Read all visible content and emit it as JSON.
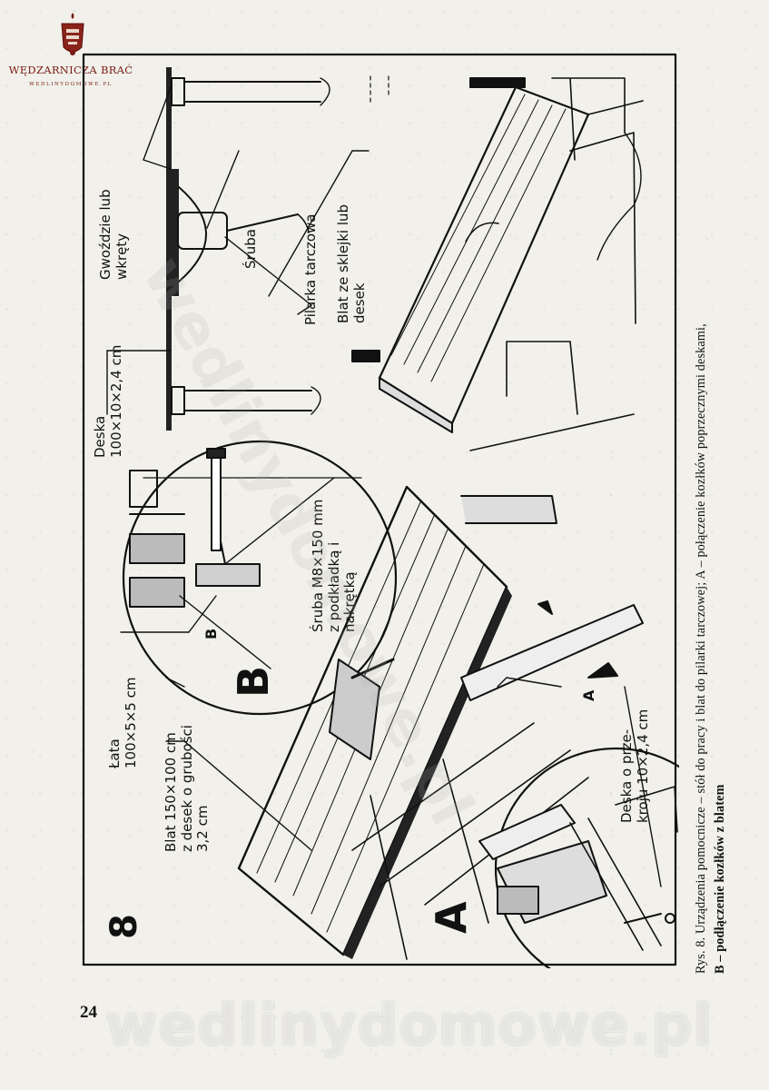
{
  "logo": {
    "name": "WĘDZARNICZA BRAĆ",
    "url": "WEDLINYDOMOWE.PL",
    "brand_color": "#7a1a14"
  },
  "figure": {
    "number": "8",
    "marker_a": "A",
    "marker_b": "B",
    "small_a": "A",
    "small_b": "B",
    "labels": {
      "gwozdzie": "Gwoździe lub\nwkręty",
      "sruba": "Śruba",
      "pilarka": "Pilarka tarczowa",
      "blat_klejki": "Blat ze sklejki lub\ndesek",
      "deska_top": "Deska\n100×10×2,4 cm",
      "sruba_m8": "Śruba M8×150 mm\nz podkładką i\nnakrętką",
      "lata": "Łata\n100×5×5 cm",
      "blat_150": "Blat 150×100 cm\nz desek o grubości\n3,2 cm",
      "deska_przekroju": "Deska o prze-\nkroju 10×2,4 cm"
    }
  },
  "caption": {
    "line1": "Rys. 8. Urządzenia pomocnicze – stół do pracy i blat do pilarki tarczowej; A – połączenie kozłków poprzecznymi deskami,",
    "line2": "B – podłączenie kozłków z blatem"
  },
  "page_number": "24",
  "watermark": "wedlinydomowe.pl",
  "watermark_diag": "wedlinydomowe.pl"
}
